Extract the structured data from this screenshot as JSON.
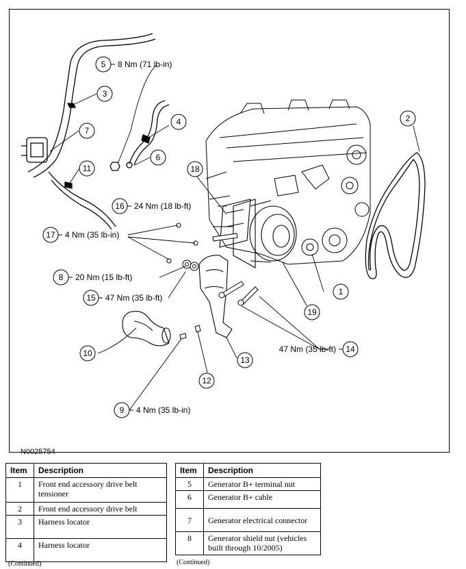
{
  "figure_id": "N0025754",
  "callouts": [
    {
      "n": "1"
    },
    {
      "n": "2"
    },
    {
      "n": "3"
    },
    {
      "n": "4"
    },
    {
      "n": "5",
      "label": "8 Nm (71 lb-in)"
    },
    {
      "n": "6"
    },
    {
      "n": "7"
    },
    {
      "n": "8",
      "label": "20 Nm (15 lb-ft)"
    },
    {
      "n": "9",
      "label": "4 Nm (35 lb-in)"
    },
    {
      "n": "10"
    },
    {
      "n": "11"
    },
    {
      "n": "12"
    },
    {
      "n": "13"
    },
    {
      "n": "14",
      "label": "47 Nm (35 lb-ft)"
    },
    {
      "n": "15",
      "label": "47 Nm (35 lb-ft)"
    },
    {
      "n": "16",
      "label": "24 Nm (18 lb-ft)"
    },
    {
      "n": "17",
      "label": "4 Nm (35 lb-in)"
    },
    {
      "n": "18"
    },
    {
      "n": "19"
    }
  ],
  "legend": {
    "header_item": "Item",
    "header_description": "Description",
    "left_rows": [
      {
        "item": "1",
        "description": "Front end accessory drive belt tensioner"
      },
      {
        "item": "2",
        "description": "Front end accessory drive belt"
      },
      {
        "item": "3",
        "description": "Harness locator"
      },
      {
        "item": "4",
        "description": "Harness locator"
      }
    ],
    "right_rows": [
      {
        "item": "5",
        "description": "Generator B+ terminal nut"
      },
      {
        "item": "6",
        "description": "Generator B+ cable"
      },
      {
        "item": "7",
        "description": "Generator electrical connector"
      },
      {
        "item": "8",
        "description": "Generator shield nut (vehicles built through 10/2005)"
      }
    ],
    "continued": "(Continued)"
  }
}
